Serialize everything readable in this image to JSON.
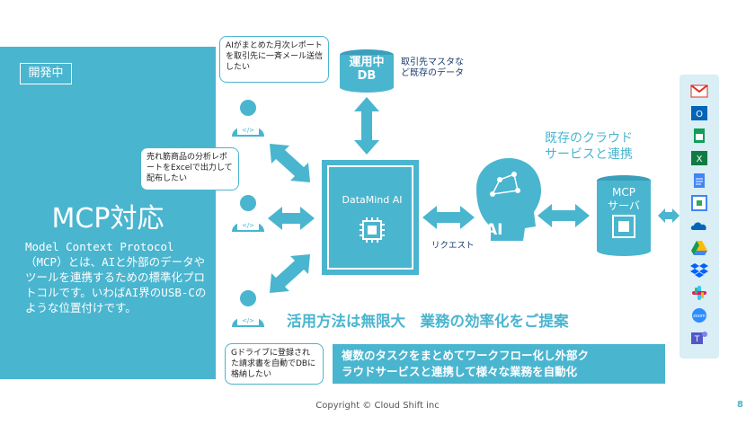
{
  "tag": "開発中",
  "title": "MCP対応",
  "description": "Model Context Protocol（MCP）とは、AIと外部のデータやツールを連携するための標準化プロトコルです。いわばAI界のUSB-Cのような位置付けです。",
  "bubbles": {
    "top": "AIがまとめた月次レポートを取引先に一斉メール送信したい",
    "middle": "売れ筋商品の分析レポートをExcelで出力して配布したい",
    "bottom": "Gドライブに登録された請求書を自動でDBに格納したい"
  },
  "db": {
    "label_line1": "運用中",
    "label_line2": "DB",
    "note_line1": "取引先マスタな",
    "note_line2": "ど既存のデータ"
  },
  "datamind": "DataMind AI",
  "ai_label": "AI",
  "request": "リクエスト",
  "cloud_note": {
    "line1": "既存のクラウド",
    "line2": "サービスと連携"
  },
  "server": {
    "line1": "MCP",
    "line2": "サーバ"
  },
  "slogan": "活用方法は無限大　業務の効率化をご提案",
  "banner": {
    "line1": "複数のタスクをまとめてワークフロー化し外部ク",
    "line2": "ラウドサービスと連携して様々な業務を自動化"
  },
  "services": [
    "gmail-icon",
    "outlook-icon",
    "google-sheets-icon",
    "excel-icon",
    "google-docs-icon",
    "google-calendar-icon",
    "onedrive-icon",
    "google-drive-icon",
    "dropbox-icon",
    "slack-icon",
    "zoom-icon",
    "teams-icon"
  ],
  "footer": "Copyright © Cloud Shift inc",
  "page_number": "8",
  "colors": {
    "accent": "#4ab5cf",
    "dark": "#1a3b6b"
  }
}
